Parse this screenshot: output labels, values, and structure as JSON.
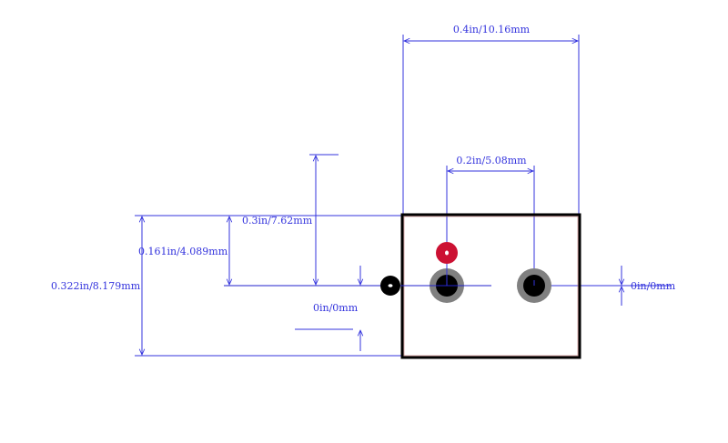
{
  "colors": {
    "dimension": "#3333dd",
    "outline": "#000000",
    "outline_inner": "#c07070",
    "pad_ring": "#808080",
    "pad_hole": "#000000",
    "pin1_marker": "#cc1133",
    "center_line": "#2222cc",
    "background": "#ffffff"
  },
  "dimensions": {
    "width_overall": "0.4in/10.16mm",
    "pad_pitch": "0.2in/5.08mm",
    "top_offset": "0.3in/7.62mm",
    "half_height": "0.161in/4.089mm",
    "height_overall": "0.322in/8.179mm",
    "origin_left": "0in/0mm",
    "origin_right": "0in/0mm"
  }
}
